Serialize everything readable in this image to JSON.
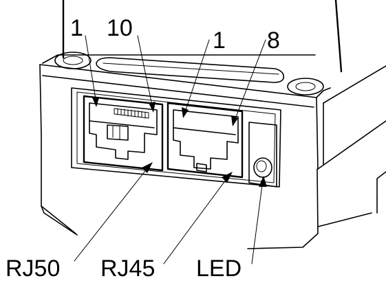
{
  "labels": {
    "rj50_pin_first": "1",
    "rj50_pin_last": "10",
    "rj45_pin_first": "1",
    "rj45_pin_last": "8",
    "rj50": "RJ50",
    "rj45": "RJ45",
    "led": "LED"
  },
  "colors": {
    "stroke": "#000000",
    "background": "#ffffff"
  }
}
